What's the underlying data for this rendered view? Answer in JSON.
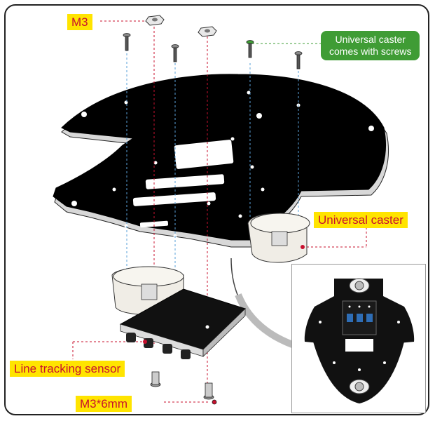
{
  "labels": {
    "m3_nut": "M3",
    "caster_screws_line1": "Universal caster",
    "caster_screws_line2": "comes with screws",
    "universal_caster": "Universal caster",
    "line_tracking_sensor": "Line tracking sensor",
    "m3_screw": "M3*6mm"
  },
  "colors": {
    "label_bg": "#ffe400",
    "label_text": "#c8102e",
    "callout_bg": "#3f9c35",
    "plate": "#000000",
    "leader_red": "#c8102e",
    "leader_blue": "#5aa0d8",
    "leader_green": "#3f9c35"
  },
  "icons": [
    "screw-icon",
    "nut-icon",
    "caster-icon",
    "sensor-board-icon"
  ]
}
